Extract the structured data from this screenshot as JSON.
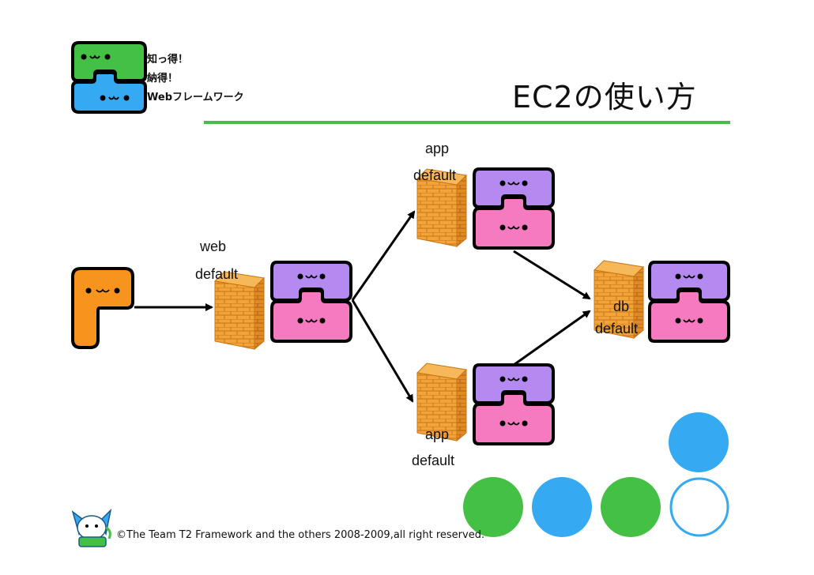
{
  "logo": {
    "line1": "知っ得！",
    "line2": "納得！",
    "line3": "Webフレームワーク"
  },
  "title": "EC2の使い方",
  "labels": {
    "web_group": "web",
    "web_default": "default",
    "app_top_group": "app",
    "app_top_default": "default",
    "app_bottom_group": "app",
    "app_bottom_default": "default",
    "db_group": "db",
    "db_default": "default"
  },
  "footer": "©The Team T2 Framework and the others 2008-2009,all right reserved.",
  "colors": {
    "accent_green": "#44c044",
    "accent_blue": "#35a9f2",
    "server_purple": "#b48af0",
    "server_pink": "#f57ac0",
    "client_orange": "#f7941d",
    "firewall": "#f2a43a"
  }
}
